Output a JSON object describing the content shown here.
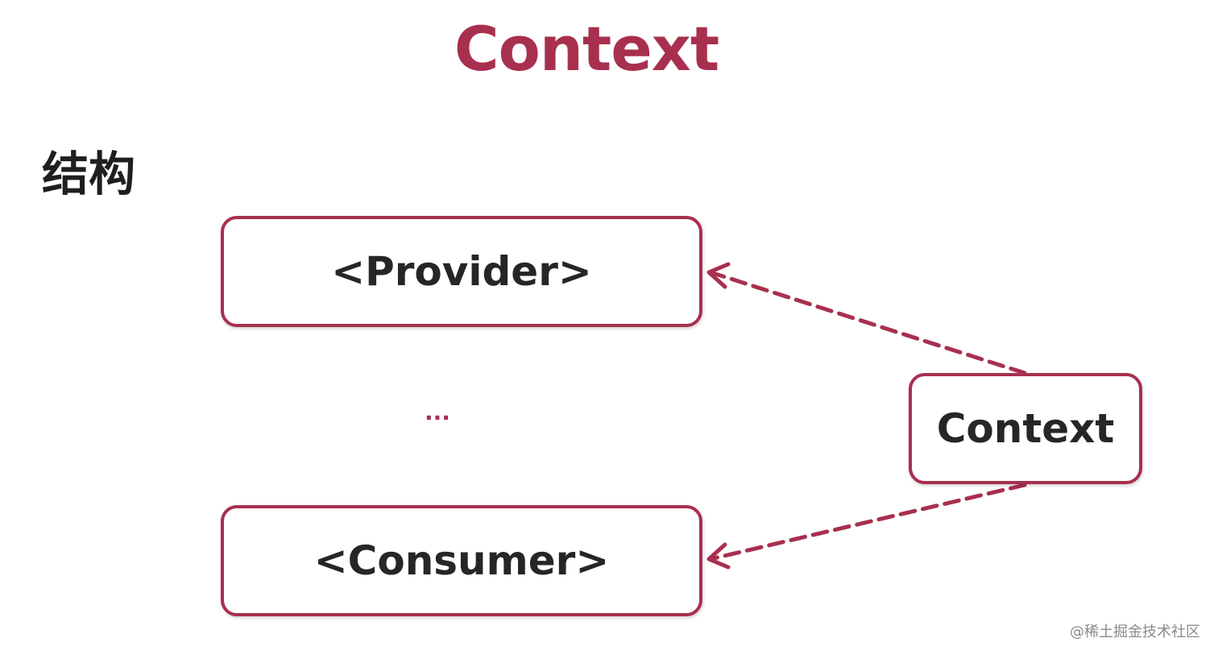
{
  "title": "Context",
  "section_label": "结构",
  "nodes": {
    "provider": "<Provider>",
    "ellipsis": "...",
    "consumer": "<Consumer>",
    "context": "Context"
  },
  "edges": [
    {
      "from": "context",
      "to": "provider",
      "style": "dashed"
    },
    {
      "from": "context",
      "to": "consumer",
      "style": "dashed"
    }
  ],
  "watermark": "@稀土掘金技术社区",
  "colors": {
    "accent": "#a8304f",
    "text": "#262626"
  }
}
